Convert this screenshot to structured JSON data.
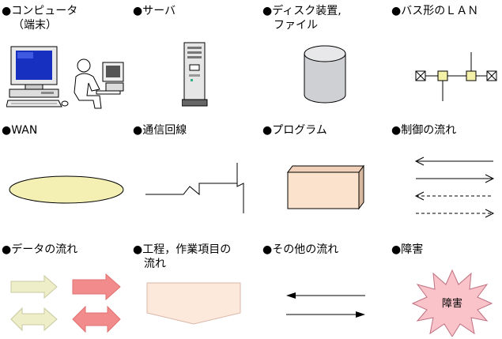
{
  "legend": {
    "computer": {
      "line1": "●コンピュータ",
      "line2": "（端末）"
    },
    "server": {
      "line1": "●サーバ"
    },
    "disk": {
      "line1": "●ディスク装置,",
      "line2": "ファイル"
    },
    "bus_lan": {
      "line1": "●バス形のＬＡＮ"
    },
    "wan": {
      "line1": "●WAN"
    },
    "comm_line": {
      "line1": "●通信回線"
    },
    "program": {
      "line1": "●プログラム"
    },
    "control_flow": {
      "line1": "●制御の流れ"
    },
    "data_flow": {
      "line1": "●データの流れ"
    },
    "process": {
      "line1": "●工程，作業項目の",
      "line2": "流れ"
    },
    "other_flow": {
      "line1": "●その他の流れ"
    },
    "fault": {
      "line1": "●障害",
      "badge": "障害"
    }
  },
  "colors": {
    "wan_fill": "#f4f0b4",
    "program_face": "#fbe2cc",
    "program_side": "#d8b89e",
    "data_arrow_light": "#eeefc8",
    "data_arrow_red": "#f28b8b",
    "process_fill": "#fde8dc",
    "fault_fill": "#f9c3c9",
    "lan_node": "#f5f0a8",
    "disk_fill": "#cfd0d4",
    "monitor_screen": "#1830c0"
  }
}
